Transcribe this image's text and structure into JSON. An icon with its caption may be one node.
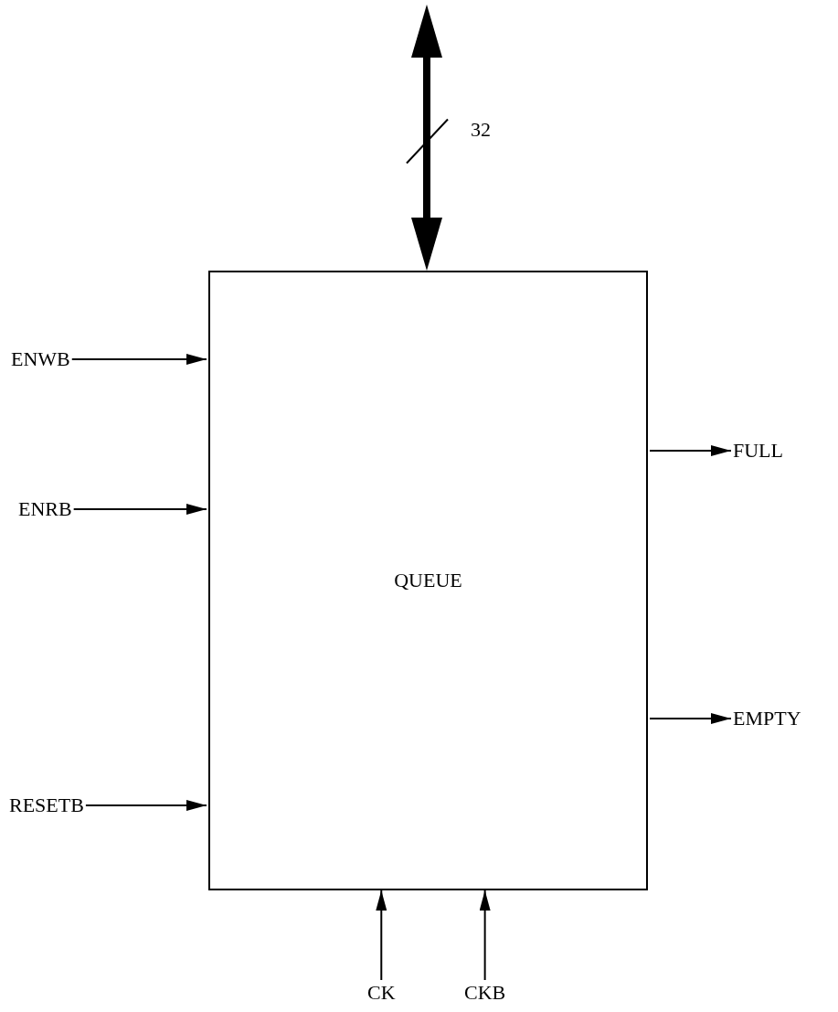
{
  "diagram": {
    "nodes": [
      {
        "text": [
          "QUEUE"
        ]
      },
      {
        "text": [
          "ENWB"
        ]
      },
      {
        "text": [
          "ENRB"
        ]
      },
      {
        "text": [
          "RESETB"
        ]
      },
      {
        "text": [
          "FULL"
        ]
      },
      {
        "text": [
          "EMPTY"
        ]
      },
      {
        "text": [
          "CK"
        ]
      },
      {
        "text": [
          "CKB"
        ]
      }
    ],
    "edges": [
      {
        "from": null,
        "to": 0,
        "arrow": "both",
        "style": "thick",
        "label": "32"
      },
      {
        "from": 1,
        "to": 0,
        "arrow": "to"
      },
      {
        "from": 2,
        "to": 0,
        "arrow": "to"
      },
      {
        "from": 3,
        "to": 0,
        "arrow": "to"
      },
      {
        "from": 0,
        "to": 4,
        "arrow": "to"
      },
      {
        "from": 0,
        "to": 5,
        "arrow": "to"
      },
      {
        "from": 6,
        "to": 0,
        "arrow": "to"
      },
      {
        "from": 7,
        "to": 0,
        "arrow": "to"
      }
    ]
  }
}
